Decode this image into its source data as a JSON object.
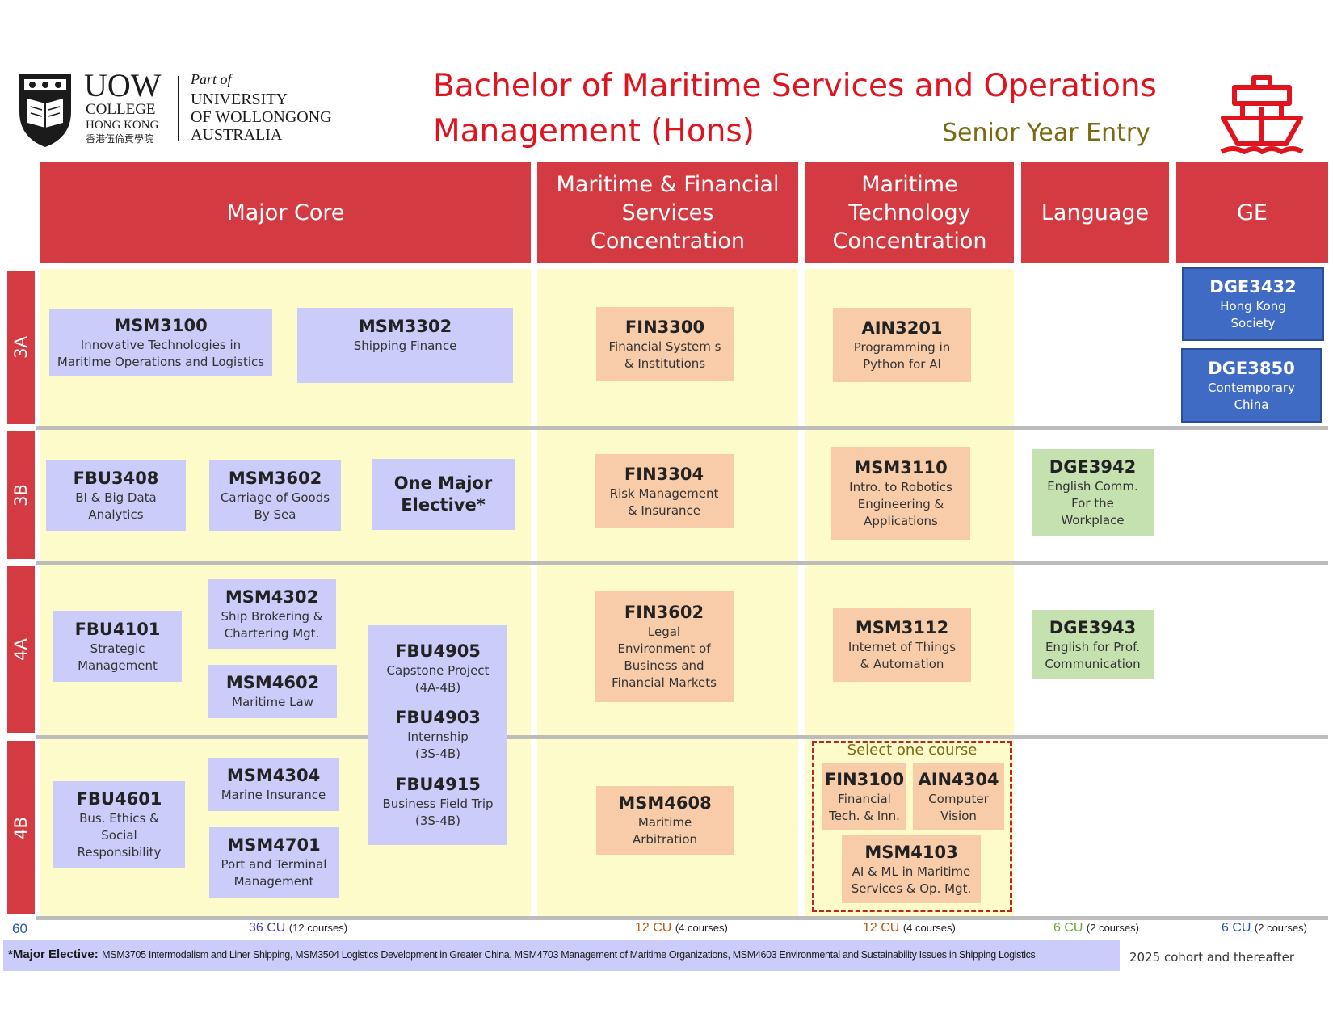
{
  "logo": {
    "uow": "UOW",
    "college": "COLLEGE",
    "hk": "HONG KONG",
    "chinese": "香港伍倫貢學院",
    "part_of": "Part of",
    "uni_line1": "UNIVERSITY",
    "uni_line2": "OF WOLLONGONG",
    "uni_line3": "AUSTRALIA"
  },
  "title": {
    "line1": "Bachelor of Maritime Services and Operations",
    "line2": "Management (Hons)",
    "subtitle": "Senior Year Entry"
  },
  "columns": {
    "major_core": "Major Core",
    "mfs": "Maritime & Financial Services Concentration",
    "mt": "Maritime Technology Concentration",
    "language": "Language",
    "ge": "GE"
  },
  "rows": [
    "3A",
    "3B",
    "4A",
    "4B"
  ],
  "courses": {
    "msm3100": {
      "code": "MSM3100",
      "desc": "Innovative Technologies in\nMaritime Operations and Logistics"
    },
    "msm3302": {
      "code": "MSM3302",
      "desc": "Shipping Finance"
    },
    "fin3300": {
      "code": "FIN3300",
      "desc": "Financial System s\n& Institutions"
    },
    "ain3201": {
      "code": "AIN3201",
      "desc": "Programming in\nPython for AI"
    },
    "dge3432": {
      "code": "DGE3432",
      "desc": "Hong Kong\nSociety"
    },
    "dge3850": {
      "code": "DGE3850",
      "desc": "Contemporary\nChina"
    },
    "fbu3408": {
      "code": "FBU3408",
      "desc": "BI & Big Data\nAnalytics"
    },
    "msm3602": {
      "code": "MSM3602",
      "desc": "Carriage of Goods\nBy Sea"
    },
    "elective": {
      "code": "One Major\nElective*"
    },
    "fin3304": {
      "code": "FIN3304",
      "desc": "Risk Management\n& Insurance"
    },
    "msm3110": {
      "code": "MSM3110",
      "desc": "Intro. to Robotics\nEngineering &\nApplications"
    },
    "dge3942": {
      "code": "DGE3942",
      "desc": "English Comm.\nFor the\nWorkplace"
    },
    "fbu4101": {
      "code": "FBU4101",
      "desc": "Strategic\nManagement"
    },
    "msm4302": {
      "code": "MSM4302",
      "desc": "Ship Brokering &\nChartering Mgt."
    },
    "msm4602": {
      "code": "MSM4602",
      "desc": "Maritime Law"
    },
    "fbu4905": {
      "code": "FBU4905",
      "desc": "Capstone Project\n(4A-4B)"
    },
    "fbu4903": {
      "code": "FBU4903",
      "desc": "Internship\n(3S-4B)"
    },
    "fbu4915": {
      "code": "FBU4915",
      "desc": "Business Field Trip\n(3S-4B)"
    },
    "fin3602": {
      "code": "FIN3602",
      "desc": "Legal\nEnvironment of\nBusiness and\nFinancial Markets"
    },
    "msm3112": {
      "code": "MSM3112",
      "desc": "Internet of Things\n& Automation"
    },
    "dge3943": {
      "code": "DGE3943",
      "desc": "English for Prof.\nCommunication"
    },
    "fbu4601": {
      "code": "FBU4601",
      "desc": "Bus. Ethics &\nSocial\nResponsibility"
    },
    "msm4304": {
      "code": "MSM4304",
      "desc": "Marine Insurance"
    },
    "msm4701": {
      "code": "MSM4701",
      "desc": "Port and Terminal\nManagement"
    },
    "msm4608": {
      "code": "MSM4608",
      "desc": "Maritime\nArbitration"
    },
    "fin3100": {
      "code": "FIN3100",
      "desc": "Financial\nTech. & Inn."
    },
    "ain4304": {
      "code": "AIN4304",
      "desc": "Computer\nVision"
    },
    "msm4103": {
      "code": "MSM4103",
      "desc": "AI & ML in Maritime\nServices & Op. Mgt."
    }
  },
  "select_one": "Select one course",
  "footer": {
    "total": "60",
    "major_cu": "36 CU",
    "major_count": "(12 courses)",
    "mfs_cu": "12 CU",
    "mfs_count": "(4 courses)",
    "mt_cu": "12 CU",
    "mt_count": "(4 courses)",
    "lang_cu": "6 CU",
    "lang_count": "(2 courses)",
    "ge_cu": "6 CU",
    "ge_count": "(2 courses)"
  },
  "note": {
    "label": "*Major Elective:",
    "text": "MSM3705 Intermodalism and Liner Shipping, MSM3504 Logistics Development in Greater China, MSM4703 Management of Maritime Organizations, MSM4603 Environmental and Sustainability Issues in Shipping Logistics",
    "cohort": "2025 cohort and thereafter"
  },
  "colors": {
    "red": "#d33a42",
    "yellow": "#fdfbc9",
    "purple": "#ccccfb",
    "peach": "#f8cba9",
    "green": "#c6e1b0",
    "blue": "#3f6bc4",
    "olive": "#7a6a12"
  }
}
